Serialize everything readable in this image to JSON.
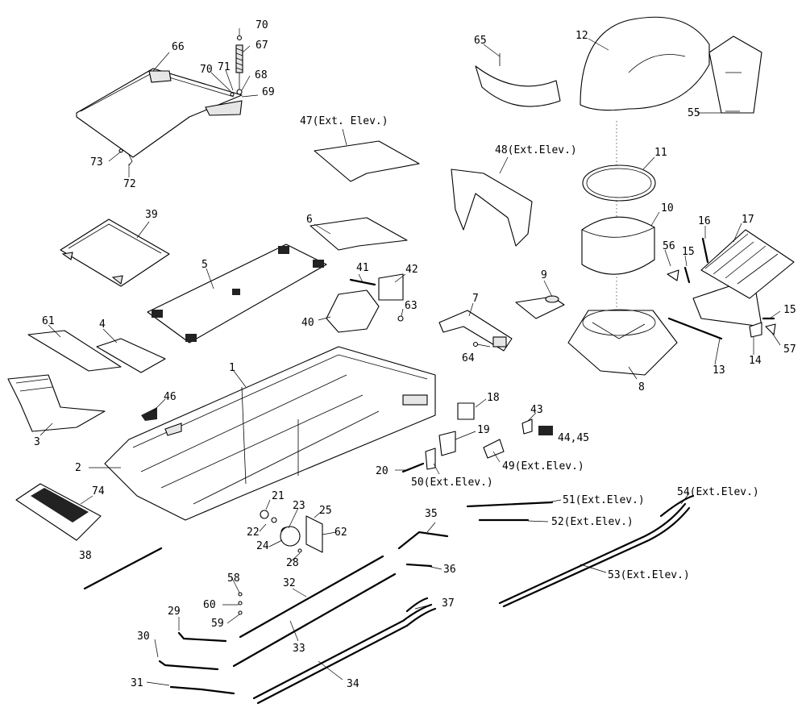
{
  "callouts": {
    "c1": "1",
    "c2": "2",
    "c3": "3",
    "c4": "4",
    "c5": "5",
    "c6": "6",
    "c7": "7",
    "c8": "8",
    "c9": "9",
    "c10": "10",
    "c11": "11",
    "c12": "12",
    "c13": "13",
    "c14": "14",
    "c15a": "15",
    "c15b": "15",
    "c16": "16",
    "c17": "17",
    "c18": "18",
    "c19": "19",
    "c20": "20",
    "c21": "21",
    "c22": "22",
    "c23": "23",
    "c24": "24",
    "c25": "25",
    "c28": "28",
    "c29": "29",
    "c30": "30",
    "c31": "31",
    "c32": "32",
    "c33": "33",
    "c34": "34",
    "c35": "35",
    "c36": "36",
    "c37": "37",
    "c38": "38",
    "c39": "39",
    "c40": "40",
    "c41": "41",
    "c42": "42",
    "c43": "43",
    "c44_45": "44,45",
    "c46": "46",
    "c47": "47(Ext. Elev.)",
    "c48": "48(Ext.Elev.)",
    "c49": "49(Ext.Elev.)",
    "c50": "50(Ext.Elev.)",
    "c51": "51(Ext.Elev.)",
    "c52": "52(Ext.Elev.)",
    "c53": "53(Ext.Elev.)",
    "c54": "54(Ext.Elev.)",
    "c55": "55",
    "c56": "56",
    "c57": "57",
    "c58": "58",
    "c59": "59",
    "c60": "60",
    "c61": "61",
    "c62": "62",
    "c63": "63",
    "c64": "64",
    "c65": "65",
    "c66": "66",
    "c67": "67",
    "c68": "68",
    "c69": "69",
    "c70a": "70",
    "c70b": "70",
    "c71": "71",
    "c72": "72",
    "c73": "73",
    "c74": "74"
  }
}
